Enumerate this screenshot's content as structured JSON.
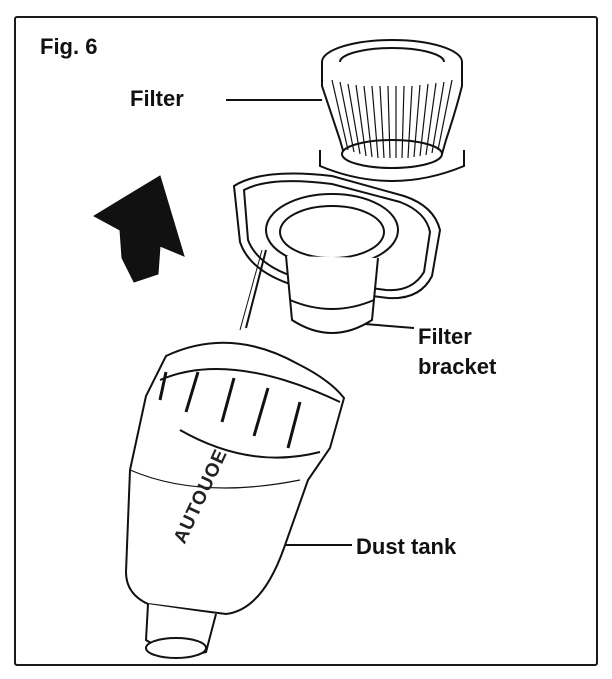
{
  "figure": {
    "title": "Fig. 6",
    "brand": "AUTOUOE"
  },
  "labels": {
    "filter": "Filter",
    "filter_bracket_line1": "Filter",
    "filter_bracket_line2": "bracket",
    "dust_tank": "Dust tank"
  },
  "colors": {
    "ink": "#111111",
    "background": "#ffffff"
  },
  "icons": {
    "direction_arrow": "up-left-arrow-icon"
  }
}
